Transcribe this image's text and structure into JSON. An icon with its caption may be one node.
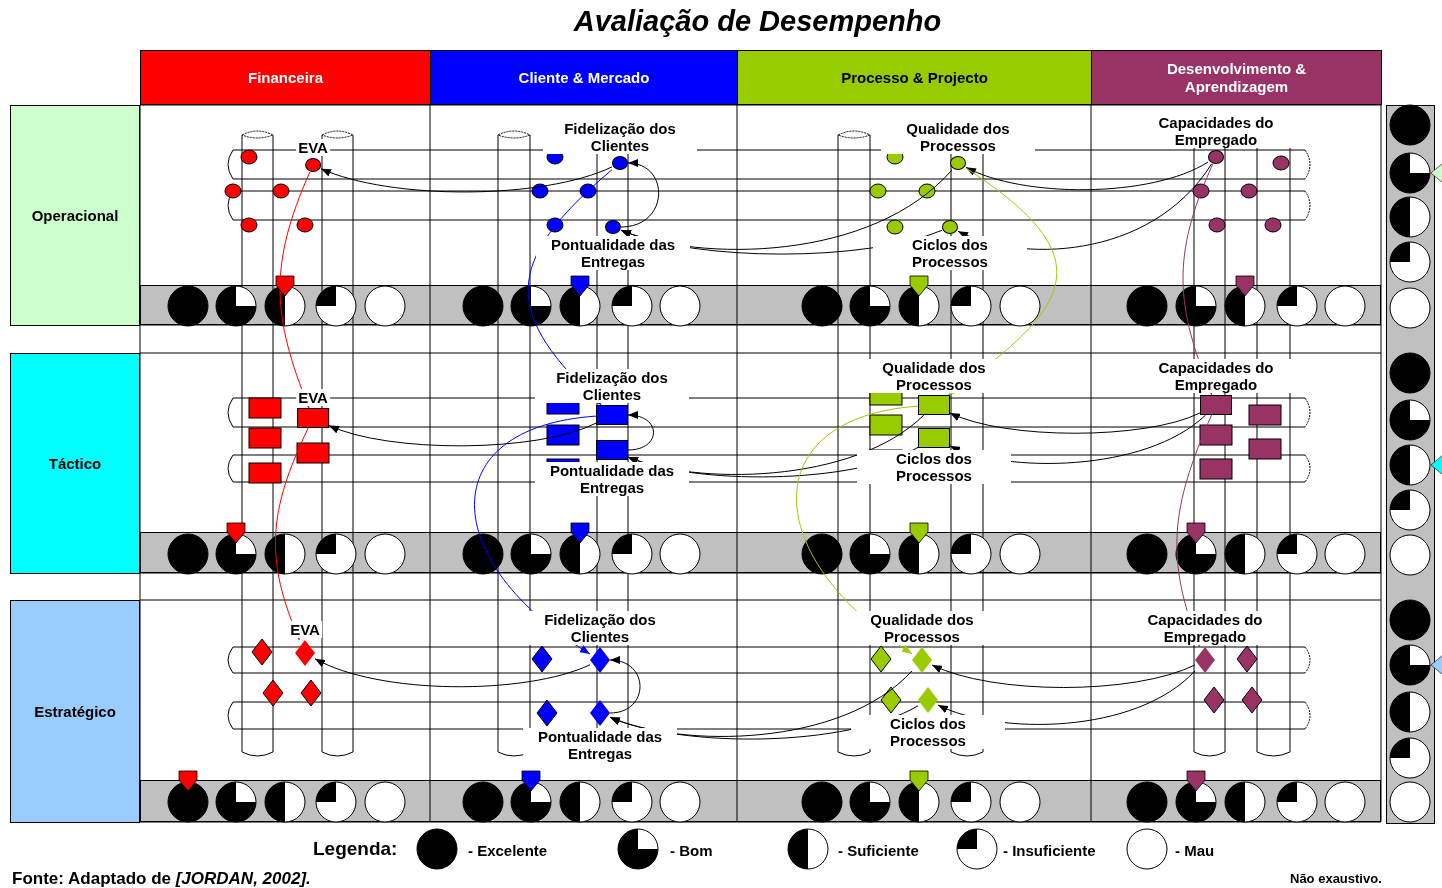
{
  "diagram": {
    "title": "Avaliação de Desempenho",
    "nodes": [
      {
        "text": [
          "Financeira"
        ]
      },
      {
        "text": [
          "Cliente & Mercado"
        ]
      },
      {
        "text": [
          "Processo & Projecto"
        ]
      },
      {
        "text": [
          "Desenvolvimento & Aprendizagem"
        ]
      },
      {
        "text": [
          "Operacional"
        ]
      },
      {
        "text": [
          "Táctico"
        ]
      },
      {
        "text": [
          "Estratégico"
        ]
      },
      {
        "text": [
          "EVA"
        ]
      },
      {
        "text": [
          "Fidelização dos Clientes"
        ]
      },
      {
        "text": [
          "Pontualidade das Entregas"
        ]
      },
      {
        "text": [
          "Qualidade dos Processos"
        ]
      },
      {
        "text": [
          "Ciclos dos Processos"
        ]
      },
      {
        "text": [
          "Capacidades do Empregado"
        ]
      },
      {
        "text": [
          "EVA"
        ]
      },
      {
        "text": [
          "Fidelização dos Clientes"
        ]
      },
      {
        "text": [
          "Pontualidade das Entregas"
        ]
      },
      {
        "text": [
          "Qualidade dos Processos"
        ]
      },
      {
        "text": [
          "Ciclos dos Processos"
        ]
      },
      {
        "text": [
          "Capacidades do Empregado"
        ]
      },
      {
        "text": [
          "EVA"
        ]
      },
      {
        "text": [
          "Fidelização dos Clientes"
        ]
      },
      {
        "text": [
          "Pontualidade das Entregas"
        ]
      },
      {
        "text": [
          "Qualidade dos Processos"
        ]
      },
      {
        "text": [
          "Ciclos dos Processos"
        ]
      },
      {
        "text": [
          "Capacidades do Empregado"
        ]
      }
    ],
    "edges": [
      {
        "from": 8,
        "to": 7,
        "arrow": "to"
      },
      {
        "from": 9,
        "to": 8,
        "arrow": "to"
      },
      {
        "from": 10,
        "to": 9,
        "arrow": "to"
      },
      {
        "from": 11,
        "to": 9,
        "arrow": "to"
      },
      {
        "from": 12,
        "to": 10,
        "arrow": "to"
      },
      {
        "from": 12,
        "to": 11,
        "arrow": "to"
      },
      {
        "from": 14,
        "to": 13,
        "arrow": "to"
      },
      {
        "from": 15,
        "to": 14,
        "arrow": "to"
      },
      {
        "from": 16,
        "to": 15,
        "arrow": "to"
      },
      {
        "from": 17,
        "to": 15,
        "arrow": "to"
      },
      {
        "from": 18,
        "to": 16,
        "arrow": "to"
      },
      {
        "from": 18,
        "to": 17,
        "arrow": "to"
      },
      {
        "from": 20,
        "to": 19,
        "arrow": "to"
      },
      {
        "from": 21,
        "to": 20,
        "arrow": "to"
      },
      {
        "from": 22,
        "to": 21,
        "arrow": "to"
      },
      {
        "from": 23,
        "to": 21,
        "arrow": "to"
      },
      {
        "from": 24,
        "to": 22,
        "arrow": "to"
      },
      {
        "from": 24,
        "to": 23,
        "arrow": "to"
      },
      {
        "from": 7,
        "to": 13,
        "arrow": "to",
        "color": "#ff0000"
      },
      {
        "from": 13,
        "to": 19,
        "arrow": "to",
        "color": "#ff0000"
      },
      {
        "from": 8,
        "to": 14,
        "arrow": "to",
        "color": "#0000ff"
      },
      {
        "from": 14,
        "to": 20,
        "arrow": "to",
        "color": "#0000ff"
      },
      {
        "from": 10,
        "to": 16,
        "arrow": "to",
        "color": "#99cc00"
      },
      {
        "from": 16,
        "to": 22,
        "arrow": "to",
        "color": "#99cc00"
      },
      {
        "from": 12,
        "to": 18,
        "arrow": "to",
        "color": "#993366"
      },
      {
        "from": 18,
        "to": 24,
        "arrow": "to",
        "color": "#993366"
      }
    ],
    "labels": [
      "Legenda:",
      "Fonte: Adaptado de *[JORDAN, 2002].*",
      "Não exaustivo."
    ],
    "legend": [
      {
        "text": "- Excelente"
      },
      {
        "text": "- Bom"
      },
      {
        "text": "- Suficiente"
      },
      {
        "text": "- Insuficiente"
      },
      {
        "text": "- Mau"
      }
    ]
  }
}
